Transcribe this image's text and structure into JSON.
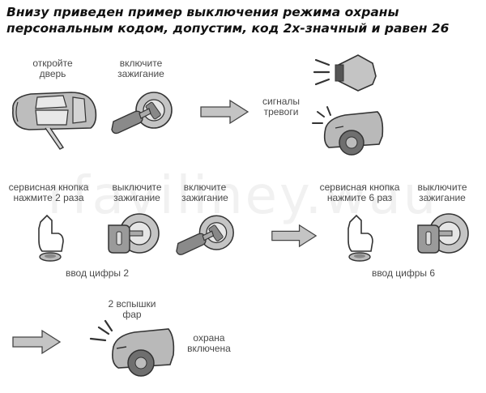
{
  "heading": {
    "line1": "Внизу приведен пример выключения режима охраны",
    "line2": "персональным кодом, допустим, код 2х-значный и равен 26"
  },
  "watermark": "rfaviliney.wau",
  "row1": {
    "open_door": [
      "откройте",
      "дверь"
    ],
    "ignition_on": [
      "включите",
      "зажигание"
    ],
    "alarm": [
      "сигналы",
      "тревоги"
    ]
  },
  "row2": {
    "service_2": [
      "сервисная кнопка",
      "нажмите 2 раза"
    ],
    "ignition_off_1": [
      "выключите",
      "зажигание"
    ],
    "ignition_on": [
      "включите",
      "зажигание"
    ],
    "digit_2": "ввод цифры 2",
    "service_6": [
      "сервисная кнопка",
      "нажмите 6 раз"
    ],
    "ignition_off_2": [
      "выключите",
      "зажигание"
    ],
    "digit_6": "ввод цифры 6"
  },
  "row3": {
    "flashes": [
      "2 вспышки",
      "фар"
    ],
    "armed": [
      "охрана",
      "включена"
    ]
  },
  "colors": {
    "icon_fill": "#b9b9b9",
    "icon_dark": "#6f6f6f",
    "outline": "#333333",
    "arrow": "#c4c4c4"
  }
}
